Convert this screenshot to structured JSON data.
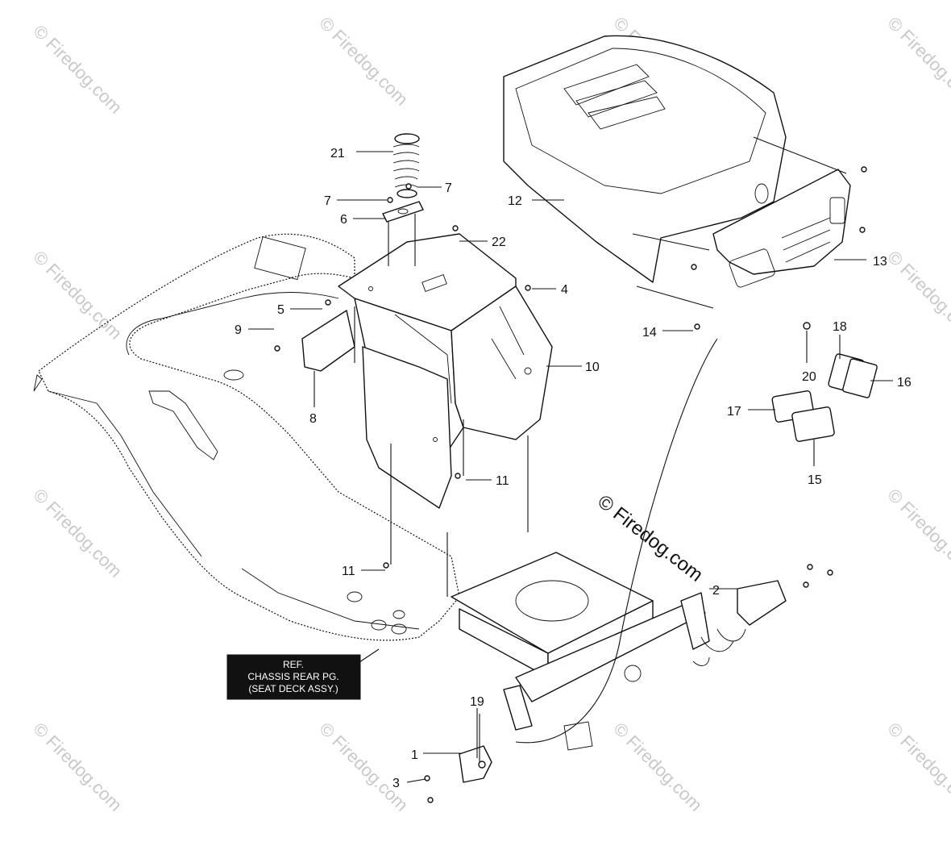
{
  "diagram": {
    "watermark_text": "© Firedog.com",
    "center_watermark_text": "© Firedog.com",
    "ref_box": {
      "line1": "REF.",
      "line2": "CHASSIS REAR PG.",
      "line3": "(SEAT DECK ASSY.)"
    },
    "callouts": {
      "c1": "1",
      "c2": "2",
      "c3": "3",
      "c4": "4",
      "c5": "5",
      "c6": "6",
      "c7a": "7",
      "c7b": "7",
      "c8": "8",
      "c9": "9",
      "c10": "10",
      "c11a": "11",
      "c11b": "11",
      "c12": "12",
      "c13": "13",
      "c14": "14",
      "c15": "15",
      "c16": "16",
      "c17": "17",
      "c18": "18",
      "c19": "19",
      "c20": "20",
      "c21": "21",
      "c22": "22"
    }
  }
}
